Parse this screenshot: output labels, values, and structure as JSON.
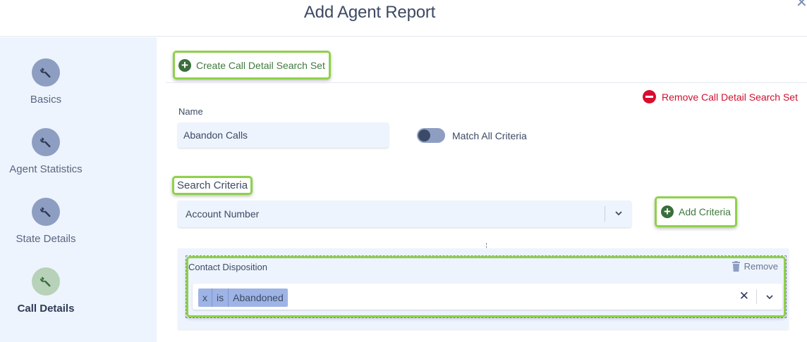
{
  "header": {
    "title": "Add Agent Report",
    "close_icon": "close-icon"
  },
  "sidebar": {
    "steps": [
      {
        "label": "Basics",
        "icon": "wrench-icon",
        "active": false
      },
      {
        "label": "Agent Statistics",
        "icon": "wrench-icon",
        "active": false
      },
      {
        "label": "State Details",
        "icon": "wrench-icon",
        "active": false
      },
      {
        "label": "Call Details",
        "icon": "wrench-icon",
        "active": true
      }
    ]
  },
  "main": {
    "create_set_label": "Create Call Detail Search Set",
    "remove_set_label": "Remove Call Detail Search Set",
    "name_label": "Name",
    "name_value": "Abandon Calls",
    "match_all_label": "Match All Criteria",
    "match_all_on": false,
    "search_criteria_heading": "Search Criteria",
    "criteria_select_value": "Account Number",
    "add_criteria_label": "Add Criteria",
    "criterion": {
      "label": "Contact Disposition",
      "remove_label": "Remove",
      "tag": {
        "remove": "x",
        "operator": "is",
        "value": "Abandoned"
      },
      "clear_label": "✕"
    }
  },
  "colors": {
    "accent_green": "#3a6e3c",
    "highlight": "#8fd14a",
    "danger": "#d90d2f",
    "sidebar_bg": "#edf4fe",
    "step_icon": "#8d9ec2",
    "step_icon_active": "#b7d2b8",
    "tag_bg": "#9eb4e6"
  }
}
